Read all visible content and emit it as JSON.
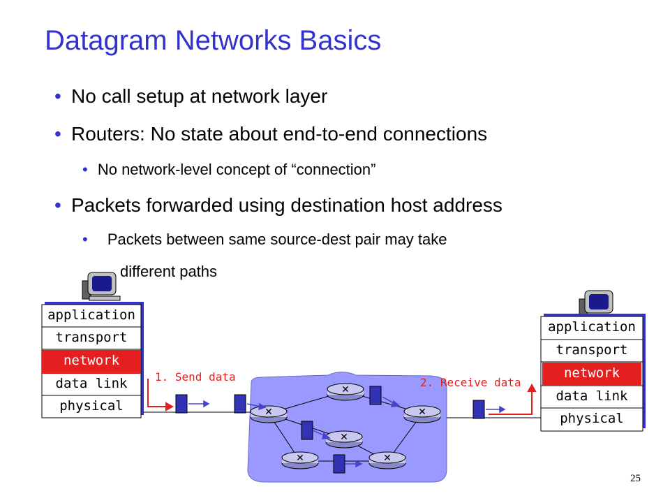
{
  "title": "Datagram Networks Basics",
  "bullets": [
    {
      "text": "No call setup at network layer"
    },
    {
      "text": "Routers: No state about end-to-end connections",
      "sub": [
        "No network-level concept of “connection”"
      ]
    },
    {
      "text": "Packets forwarded using destination host address",
      "sub": [
        "Packets between same source-dest pair may take",
        "different paths"
      ]
    }
  ],
  "bullet_glyph": "•",
  "left_stack": [
    "application",
    "transport",
    "network",
    "data link",
    "physical"
  ],
  "right_stack": [
    "application",
    "transport",
    "network",
    "data link",
    "physical"
  ],
  "send_label": "1. Send data",
  "receive_label": "2. Receive data",
  "page_number": "25",
  "colors": {
    "title": "#3333cc",
    "network_layer": "#e41f1f",
    "cloud": "#9999ff",
    "router": "#c8c8f0",
    "packet": "#3232b4"
  }
}
